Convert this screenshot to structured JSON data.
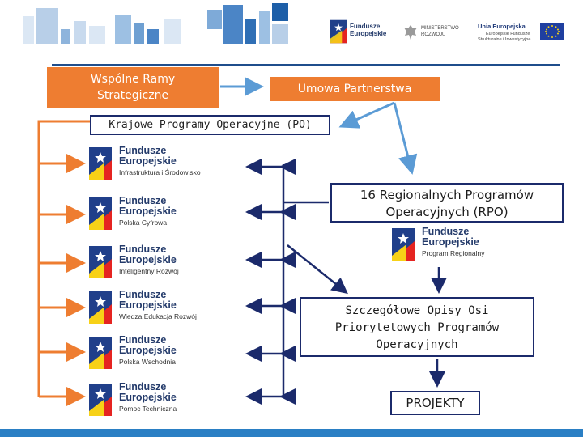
{
  "header": {
    "fe_logo": {
      "line1": "Fundusze",
      "line2": "Europejskie"
    },
    "ministry": {
      "line1": "MINISTERSTWO",
      "line2": "ROZWOJU"
    },
    "eu": {
      "line1": "Unia Europejska",
      "line2": "Europejskie Fundusze",
      "line3": "Strukturalne i Inwestycyjne"
    }
  },
  "boxes": {
    "wspolne_ramy": {
      "line1": "Wspólne Ramy",
      "line2": "Strategiczne"
    },
    "umowa": "Umowa Partnerstwa",
    "po": "Krajowe Programy Operacyjne (PO)",
    "rpo": {
      "line1": "16 Regionalnych Programów",
      "line2": "Operacyjnych (RPO)"
    },
    "szczegolowe": {
      "line1": "Szczegółowe Opisy Osi",
      "line2": "Priorytetowych Programów",
      "line3": "Operacyjnych"
    },
    "projekty": "PROJEKTY"
  },
  "programs": [
    {
      "line1": "Fundusze",
      "line2": "Europejskie",
      "line3": "Infrastruktura i Środowisko"
    },
    {
      "line1": "Fundusze",
      "line2": "Europejskie",
      "line3": "Polska Cyfrowa"
    },
    {
      "line1": "Fundusze",
      "line2": "Europejskie",
      "line3": "Inteligentny Rozwój"
    },
    {
      "line1": "Fundusze",
      "line2": "Europejskie",
      "line3": "Wiedza Edukacja Rozwój"
    },
    {
      "line1": "Fundusze",
      "line2": "Europejskie",
      "line3": "Polska Wschodnia"
    },
    {
      "line1": "Fundusze",
      "line2": "Europejskie",
      "line3": "Pomoc Techniczna"
    }
  ],
  "regional_logo": {
    "line1": "Fundusze",
    "line2": "Europejskie",
    "line3": "Program Regionalny"
  },
  "colors": {
    "orange": "#ee7d31",
    "navy": "#1b2a6b",
    "blue_arrow": "#5b9bd5",
    "accent_blue": "#2a7fc4"
  }
}
